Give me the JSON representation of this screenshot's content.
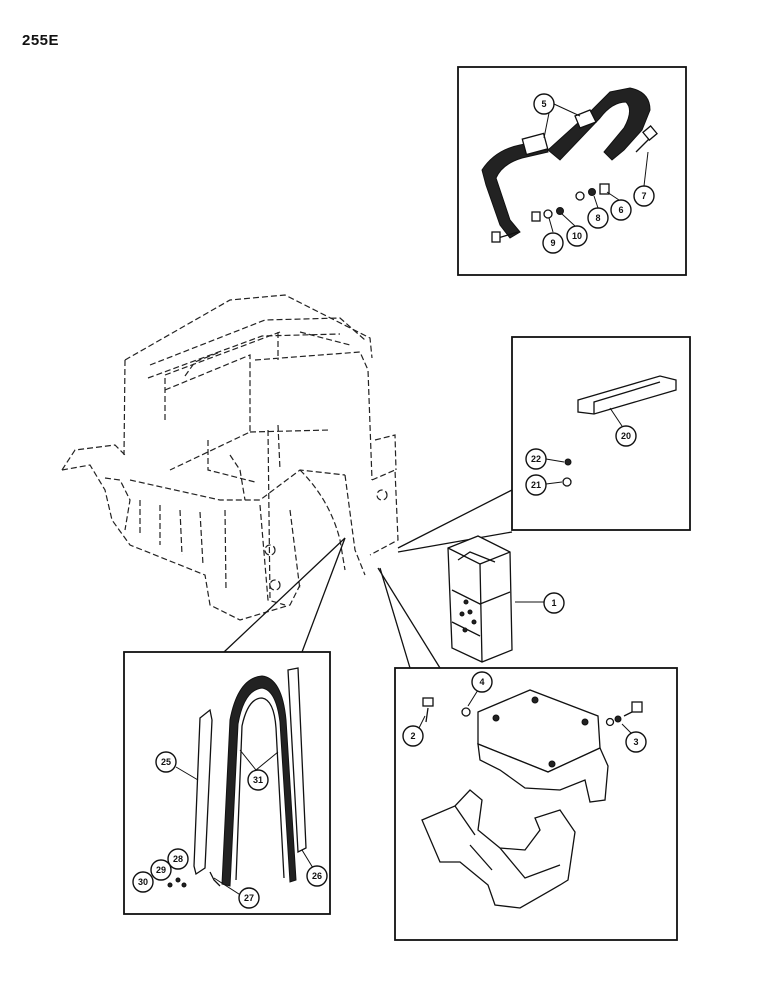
{
  "page": {
    "number": "255E"
  },
  "callouts": [
    {
      "id": "5",
      "label": "5"
    },
    {
      "id": "7",
      "label": "7"
    },
    {
      "id": "6",
      "label": "6"
    },
    {
      "id": "8",
      "label": "8"
    },
    {
      "id": "10",
      "label": "10"
    },
    {
      "id": "9",
      "label": "9"
    },
    {
      "id": "20",
      "label": "20"
    },
    {
      "id": "22",
      "label": "22"
    },
    {
      "id": "21",
      "label": "21"
    },
    {
      "id": "1",
      "label": "1"
    },
    {
      "id": "4",
      "label": "4"
    },
    {
      "id": "2",
      "label": "2"
    },
    {
      "id": "3",
      "label": "3"
    },
    {
      "id": "25",
      "label": "25"
    },
    {
      "id": "31",
      "label": "31"
    },
    {
      "id": "26",
      "label": "26"
    },
    {
      "id": "28",
      "label": "28"
    },
    {
      "id": "29",
      "label": "29"
    },
    {
      "id": "30",
      "label": "30"
    },
    {
      "id": "27",
      "label": "27"
    }
  ],
  "colors": {
    "ink": "#111111",
    "paper": "#ffffff"
  }
}
